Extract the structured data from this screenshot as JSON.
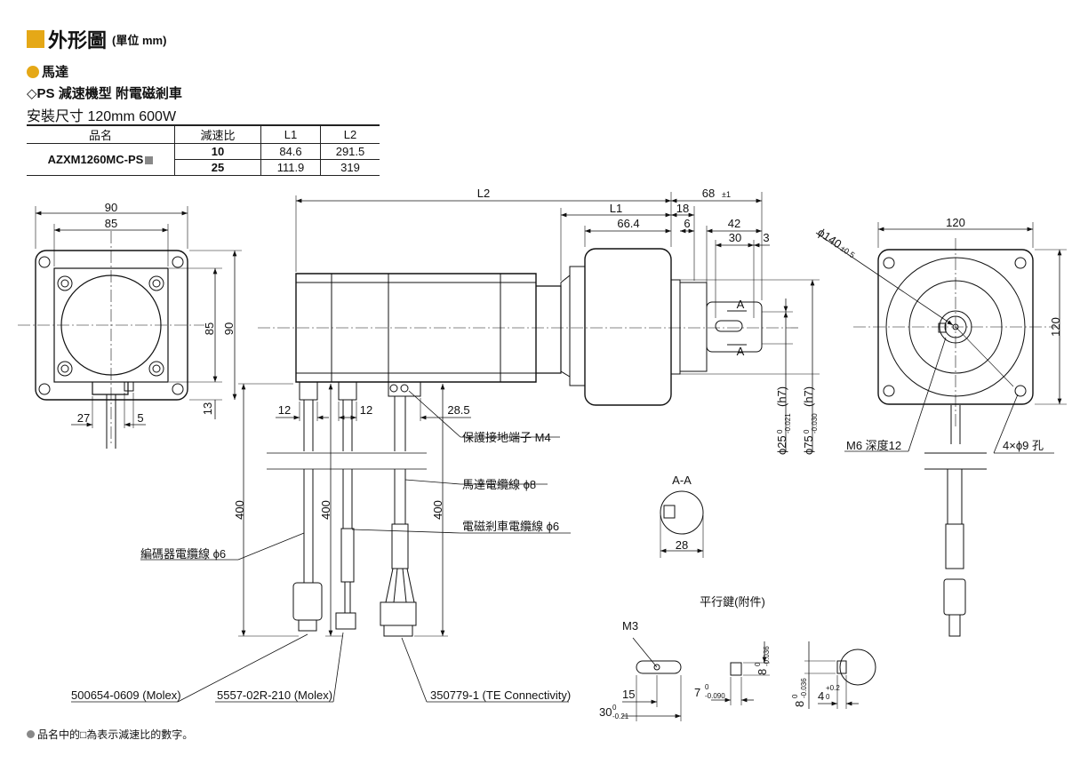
{
  "header": {
    "title": "外形圖",
    "unit": "(單位 mm)"
  },
  "section": {
    "motor": "馬達",
    "type": "◇PS 減速機型 附電磁剎車",
    "mount": "安裝尺寸 120mm 600W"
  },
  "table": {
    "headers": [
      "品名",
      "減速比",
      "L1",
      "L2"
    ],
    "product": "AZXM1260MC-PS",
    "rows": [
      {
        "ratio": "10",
        "l1": "84.6",
        "l2": "291.5"
      },
      {
        "ratio": "25",
        "l1": "111.9",
        "l2": "319"
      }
    ]
  },
  "dims": {
    "left_w90": "90",
    "left_w85": "85",
    "left_h85": "85",
    "left_h90": "90",
    "left_27": "27",
    "left_5": "5",
    "left_13": "13",
    "L2": "L2",
    "L1": "L1",
    "d66_4": "66.4",
    "d18": "18",
    "d6": "6",
    "d68": "68",
    "d68_tol": "±1",
    "d42": "42",
    "d30": "30",
    "d3": "3",
    "d12a": "12",
    "d12b": "12",
    "d28_5": "28.5",
    "d400a": "400",
    "d400b": "400",
    "d400c": "400",
    "secA_top": "A",
    "secA_bot": "A",
    "phi25": "ϕ25",
    "phi25_tol": "-0.021",
    "phi25_h7": "(h7)",
    "phi75": "ϕ75",
    "phi75_tol": "-0.030",
    "phi75_h7": "(h7)",
    "tol_zero": "0",
    "phi140": "ϕ140",
    "phi140_tol": "±0.5",
    "right_120w": "120",
    "right_120h": "120",
    "m6": "M6 深度12",
    "holes": "4×ϕ9 孔",
    "aa_title": "A-A",
    "aa_28": "28"
  },
  "callouts": {
    "ground": "保護接地端子 M4",
    "motor_cable": "馬達電纜線 ϕ8",
    "brake_cable": "電磁剎車電纜線 ϕ6",
    "encoder_cable": "編碼器電纜線 ϕ6",
    "conn1": "500654-0609 (Molex)",
    "conn2": "5557-02R-210 (Molex)",
    "conn3": "350779-1 (TE Connectivity)"
  },
  "key": {
    "title": "平行鍵(附件)",
    "m3": "M3",
    "d15": "15",
    "d30": "30",
    "d30_tol": "-0.21",
    "d7": "7",
    "d7_tol": "-0.090",
    "d8": "8",
    "d8_tol": "-0.036",
    "d8b": "8",
    "d8b_tol": "-0.036",
    "d4": "4",
    "d4_tol": "+0.2"
  },
  "footnote": "品名中的□為表示減速比的數字。"
}
